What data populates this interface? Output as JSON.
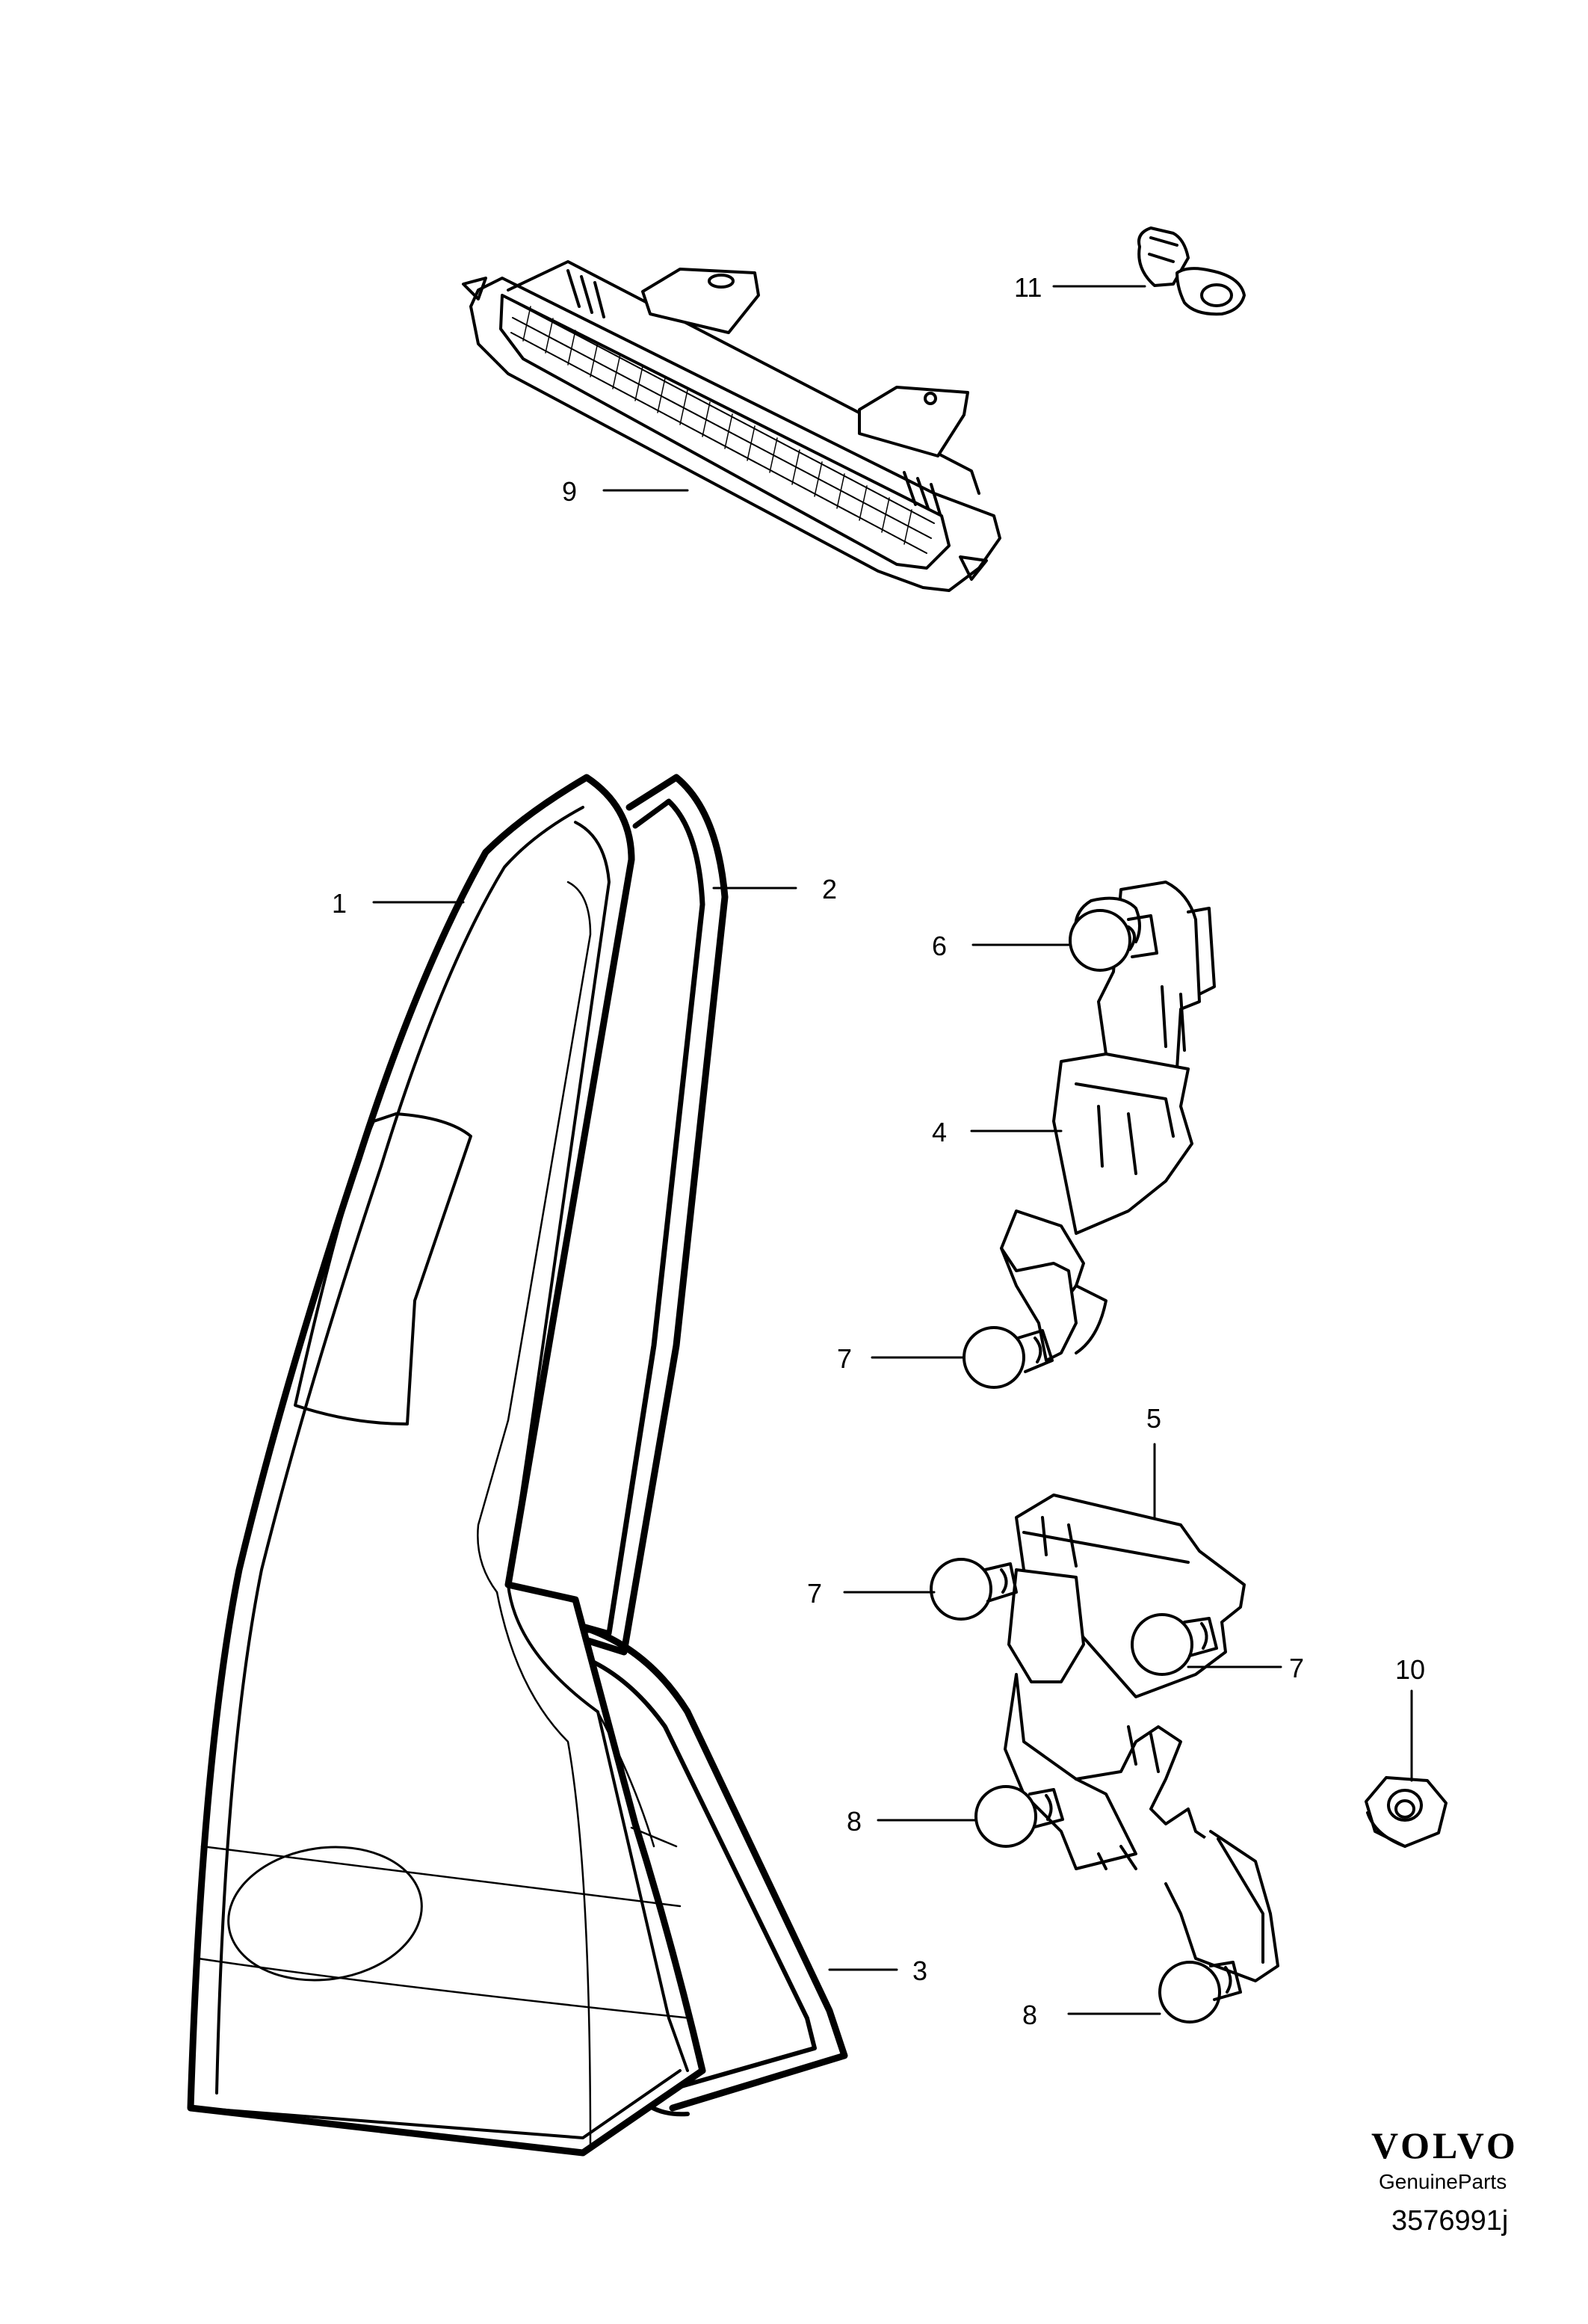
{
  "callouts": {
    "c1": "1",
    "c2": "2",
    "c3": "3",
    "c4": "4",
    "c5": "5",
    "c6": "6",
    "c7a": "7",
    "c7b": "7",
    "c7c": "7",
    "c8a": "8",
    "c8b": "8",
    "c9": "9",
    "c10": "10",
    "c11": "11"
  },
  "footer": {
    "brand": "VOLVO",
    "sub": "GenuineParts",
    "ref": "3576991j"
  }
}
